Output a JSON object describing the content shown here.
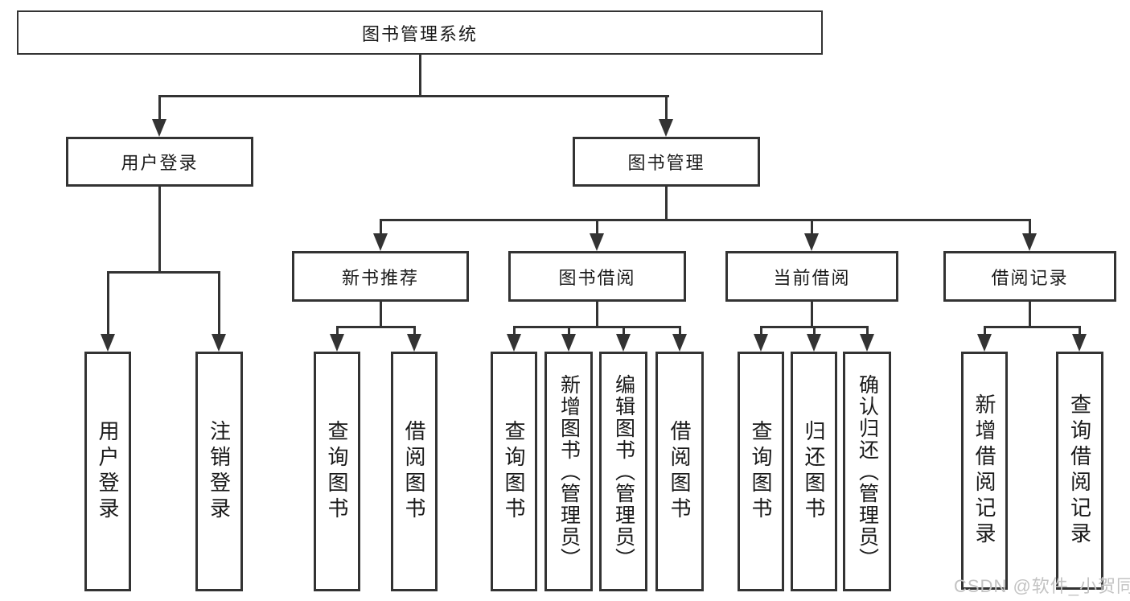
{
  "tree": {
    "root": {
      "label": "图书管理系统"
    },
    "branches": [
      {
        "label": "用户登录",
        "children": [
          {
            "label": "用户登录"
          },
          {
            "label": "注销登录"
          }
        ]
      },
      {
        "label": "图书管理",
        "children": [
          {
            "label": "新书推荐",
            "children": [
              {
                "label": "查询图书"
              },
              {
                "label": "借阅图书"
              }
            ]
          },
          {
            "label": "图书借阅",
            "children": [
              {
                "label": "查询图书"
              },
              {
                "label": "新增图书（管理员）"
              },
              {
                "label": "编辑图书（管理员）"
              },
              {
                "label": "借阅图书"
              }
            ]
          },
          {
            "label": "当前借阅",
            "children": [
              {
                "label": "查询图书"
              },
              {
                "label": "归还图书"
              },
              {
                "label": "确认归还（管理员）"
              }
            ]
          },
          {
            "label": "借阅记录",
            "children": [
              {
                "label": "新增借阅记录"
              },
              {
                "label": "查询借阅记录"
              }
            ]
          }
        ]
      }
    ]
  },
  "watermark": {
    "text": "CSDN @软件_小贺同学"
  },
  "colors": {
    "line": "#333333",
    "text": "#1a1a1a",
    "bg": "#ffffff",
    "watermark": "#c3c3c3"
  }
}
